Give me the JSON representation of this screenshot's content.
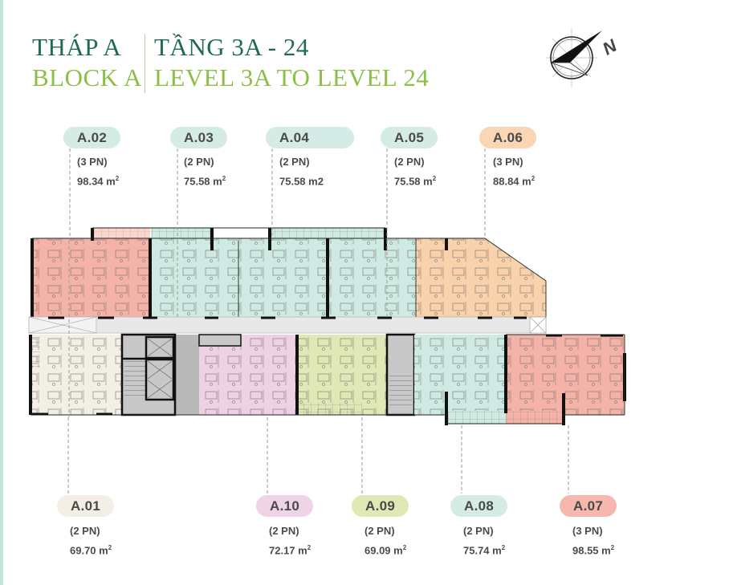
{
  "header": {
    "title_vi_left": "THÁP A",
    "title_en_left": "BLOCK A",
    "title_vi_right": "TẦNG 3A - 24",
    "title_en_right": "LEVEL 3A TO LEVEL 24",
    "compass_label": "N"
  },
  "colors": {
    "title_dark_green": "#1f6b52",
    "title_light_green": "#8cbf45",
    "unit_red": "#f4b3a6",
    "unit_mint": "#cfeae3",
    "unit_orange": "#f9d1ab",
    "unit_cream": "#f3efe4",
    "unit_pink": "#eed2e4",
    "unit_lime": "#dfe9b6",
    "core_gray": "#c8c8c8",
    "corridor": "#e8e8ea"
  },
  "units_top": [
    {
      "id": "A.02",
      "bedrooms": "(3 PN)",
      "area": "98.34 m",
      "sup": "2",
      "pill_color": "#d4ece5"
    },
    {
      "id": "A.03",
      "bedrooms": "(2 PN)",
      "area": "75.58 m",
      "sup": "2",
      "pill_color": "#d4ece5"
    },
    {
      "id": "A.04",
      "bedrooms": "(2 PN)",
      "area": "75.58 m2",
      "sup": "",
      "pill_color": "#d4ece5"
    },
    {
      "id": "A.05",
      "bedrooms": "(2 PN)",
      "area": "75.58 m",
      "sup": "2",
      "pill_color": "#d4ece5"
    },
    {
      "id": "A.06",
      "bedrooms": "(3 PN)",
      "area": "88.84 m",
      "sup": "2",
      "pill_color": "#fad6b4"
    }
  ],
  "units_bottom": [
    {
      "id": "A.01",
      "bedrooms": "(2 PN)",
      "area": "69.70 m",
      "sup": "2",
      "pill_color": "#f4efe4"
    },
    {
      "id": "A.10",
      "bedrooms": "(2 PN)",
      "area": "72.17 m",
      "sup": "2",
      "pill_color": "#efd3e6"
    },
    {
      "id": "A.09",
      "bedrooms": "(2 PN)",
      "area": "69.09 m",
      "sup": "2",
      "pill_color": "#dfe9b6"
    },
    {
      "id": "A.08",
      "bedrooms": "(2 PN)",
      "area": "75.74 m",
      "sup": "2",
      "pill_color": "#d4ece5"
    },
    {
      "id": "A.07",
      "bedrooms": "(3 PN)",
      "area": "98.55 m",
      "sup": "2",
      "pill_color": "#f6b8ad"
    }
  ]
}
